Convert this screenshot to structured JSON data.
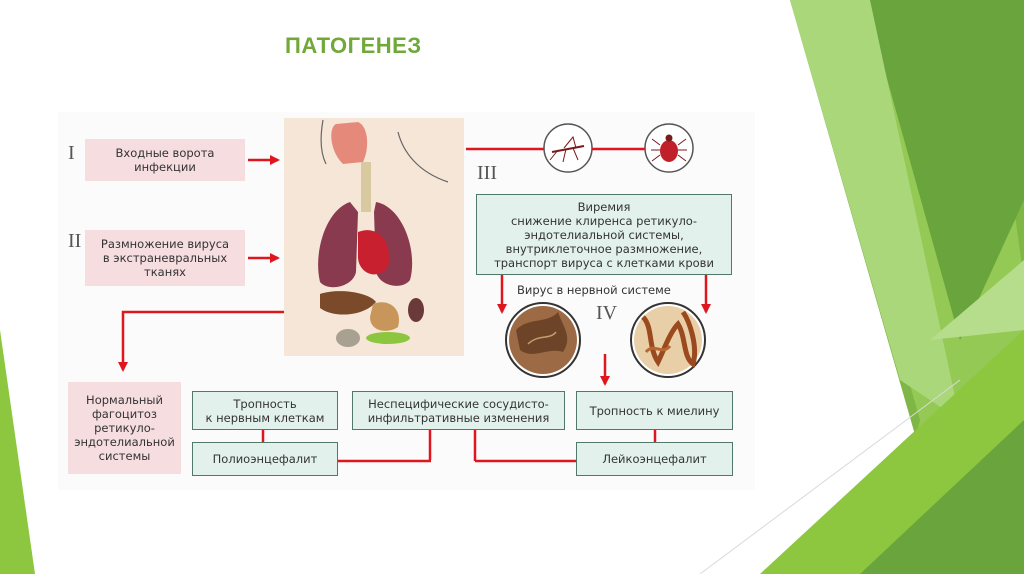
{
  "slide": {
    "title": "ПАТОГЕНЕЗ"
  },
  "diagram": {
    "stages": {
      "i": "I",
      "ii": "II",
      "iii": "III",
      "iv": "IV"
    },
    "entry_gate": "Входные ворота\nинфекции",
    "reproduction": "Размножение вируса\nв экстраневральных\nтканях",
    "viremia": "Виремия\nснижение клиренса ретикуло-\nэндотелиальной системы,\nвнутриклеточное размножение,\nтранспорт вируса с клетками крови",
    "virus_in_ns": "Вирус в нервной системе",
    "normal_phagocytosis": "Нормальный\nфагоцитоз\nретикуло-\nэндотелиальной\nсистемы",
    "tropism_nerve": "Тропность\nк нервным клеткам",
    "nonspecific": "Неспецифические сосудисто-\nинфильтративные изменения",
    "tropism_myelin": "Тропность к миелину",
    "polioencephalitis": "Полиоэнцефалит",
    "leukoencephalitis": "Лейкоэнцефалит",
    "illustrations": [
      "anatomy-organs",
      "mosquito",
      "tick",
      "brain-tissue-section",
      "myelin-tissue-section"
    ]
  },
  "colors": {
    "title": "#71a83a",
    "arrow": "#e0161e",
    "box_pink": "#f6dde0",
    "box_green": "#e3f1ec",
    "accent_green": "#8cc63f"
  }
}
